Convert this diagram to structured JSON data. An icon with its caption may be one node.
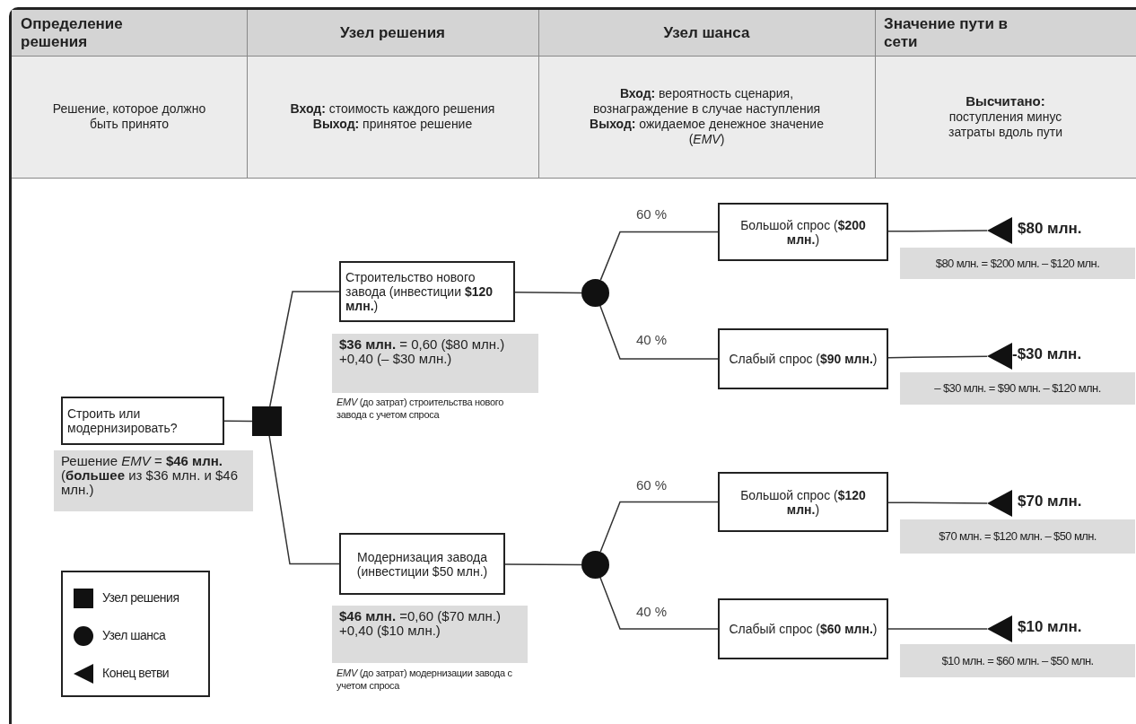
{
  "diagram": {
    "nodes": [
      {
        "text": [
          "Строить или модернизировать?"
        ]
      },
      {
        "text": [],
        "shape": "box"
      },
      {
        "text": [
          "Решение *EMV* = **$46 млн.** (**большее** из $36 млн. и $46 млн.)"
        ]
      },
      {
        "text": [
          "Строительство нового завода (инвестиции **$120 млн.**)"
        ]
      },
      {
        "text": [
          "**$36 млн.** = 0,60 ($80 млн.) +0,40 (– $30 млн.)"
        ],
        "beside": [
          "*EMV* (до затрат) строительства нового завода с учетом спроса"
        ]
      },
      {
        "text": [
          "Модернизация завода (инвестиции $50 млн.)"
        ]
      },
      {
        "text": [
          "**$46 млн.** =0,60 ($70 млн.) +0,40 ($10 млн.)"
        ],
        "beside": [
          "*EMV* (до затрат) модернизации завода с учетом спроса"
        ]
      },
      {
        "text": [],
        "shape": "circle"
      },
      {
        "text": [],
        "shape": "circle"
      },
      {
        "text": [
          "Большой спрос (**$200 млн.**)"
        ]
      },
      {
        "text": [
          "Слабый спрос (**$90 млн.**)"
        ]
      },
      {
        "text": [
          "Большой спрос (**$120 млн.**)"
        ]
      },
      {
        "text": [
          "Слабый спрос (**$60 млн.**)"
        ]
      },
      {
        "text": [],
        "shape": "triangle",
        "beside": [
          "$80 млн."
        ]
      },
      {
        "text": [
          "$80 млн. = $200 млн. – $120 млн."
        ]
      },
      {
        "text": [],
        "shape": "triangle",
        "beside": [
          "-$30 млн."
        ]
      },
      {
        "text": [
          "– $30 млн. = $90 млн. – $120 млн."
        ]
      },
      {
        "text": [],
        "shape": "triangle",
        "beside": [
          "$70 млн."
        ]
      },
      {
        "text": [
          "$70 млн. = $120 млн. – $50 млн."
        ]
      },
      {
        "text": [],
        "shape": "triangle",
        "beside": [
          "$10 млн."
        ]
      },
      {
        "text": [
          "$10 млн. = $60 млн. – $50 млн."
        ]
      }
    ],
    "edges": [
      {
        "from": 0,
        "to": 1,
        "arrow": "none"
      },
      {
        "from": 1,
        "to": 3,
        "arrow": "none"
      },
      {
        "from": 1,
        "to": 5,
        "arrow": "none"
      },
      {
        "from": 3,
        "to": 7,
        "arrow": "none"
      },
      {
        "from": 5,
        "to": 8,
        "arrow": "none"
      },
      {
        "from": 7,
        "to": 9,
        "arrow": "none",
        "label": "60 %"
      },
      {
        "from": 7,
        "to": 10,
        "arrow": "none",
        "label": "40 %"
      },
      {
        "from": 8,
        "to": 11,
        "arrow": "none",
        "label": "60 %"
      },
      {
        "from": 8,
        "to": 12,
        "arrow": "none",
        "label": "40 %"
      },
      {
        "from": 9,
        "to": 13,
        "arrow": "none"
      },
      {
        "from": 10,
        "to": 15,
        "arrow": "none"
      },
      {
        "from": 11,
        "to": 17,
        "arrow": "none"
      },
      {
        "from": 12,
        "to": 19,
        "arrow": "none"
      }
    ],
    "labels": [
      "Определение решения",
      "Узел решения",
      "Узел шанса",
      "Значение пути в сети",
      "Решение, которое должно быть принято",
      "**Вход:** стоимость каждого решения",
      "**Выход:** принятое решение",
      "**Вход:** вероятность сценария, вознаграждение в случае наступления",
      "**Выход:** ожидаемое денежное значение (*EMV*)",
      "Высчитано:",
      "поступления минус затраты вдоль пути"
    ],
    "legend": [
      {
        "text": "Узел решения"
      },
      {
        "text": "Узел шанса"
      },
      {
        "text": "Конец ветви"
      }
    ]
  }
}
